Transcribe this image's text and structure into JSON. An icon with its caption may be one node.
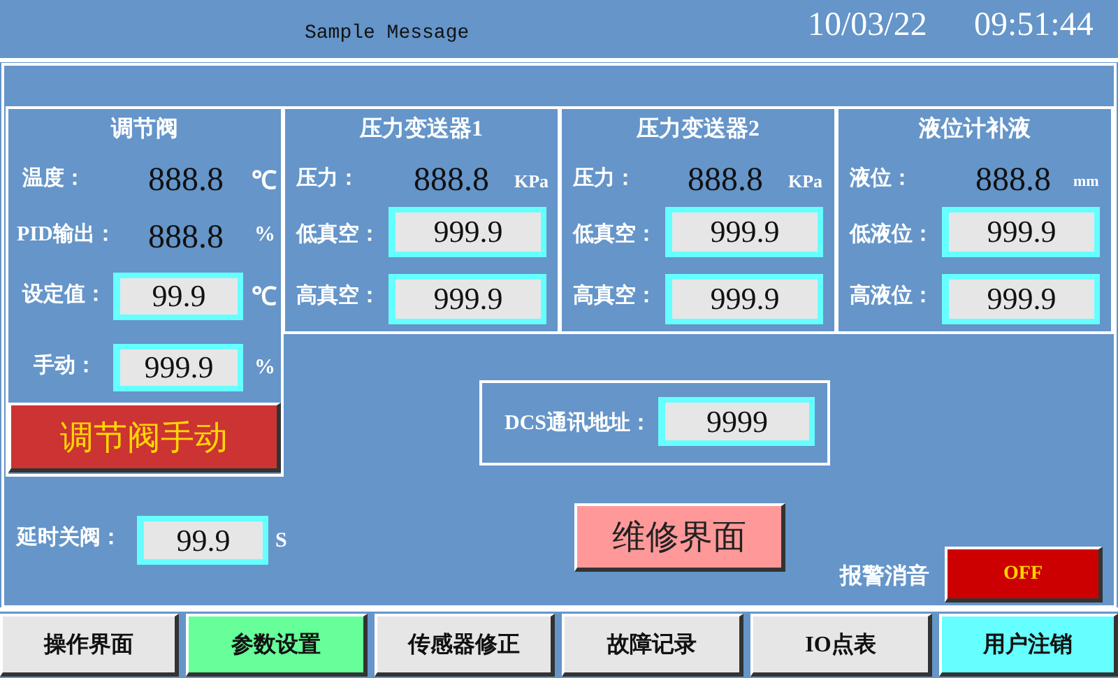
{
  "diagram": {
    "nodes": [
      {
        "text": [
          "调节阀"
        ]
      },
      {
        "text": [
          "压力变送器1"
        ]
      },
      {
        "text": [
          "压力变送器2"
        ]
      },
      {
        "text": [
          "液位计补液"
        ]
      },
      {
        "text": [
          "99.9"
        ],
        "in": 0
      },
      {
        "text": [
          "999.9"
        ],
        "in": 0
      },
      {
        "text": [
          "调节阀手动"
        ],
        "in": 0
      },
      {
        "text": [
          "999.9"
        ],
        "in": 1
      },
      {
        "text": [
          "999.9"
        ],
        "in": 1
      },
      {
        "text": [
          "999.9"
        ],
        "in": 2
      },
      {
        "text": [
          "999.9"
        ],
        "in": 2
      },
      {
        "text": [
          "999.9"
        ],
        "in": 3
      },
      {
        "text": [
          "999.9"
        ],
        "in": 3
      },
      {
        "text": [
          "DCS通讯地址："
        ]
      },
      {
        "text": [
          "9999"
        ],
        "in": 13
      },
      {
        "text": [
          "99.9"
        ]
      },
      {
        "text": [
          "维修界面"
        ]
      },
      {
        "text": [
          "OFF"
        ]
      },
      {
        "text": [
          "操作界面"
        ]
      },
      {
        "text": [
          "参数设置"
        ]
      },
      {
        "text": [
          "传感器修正"
        ]
      },
      {
        "text": [
          "故障记录"
        ]
      },
      {
        "text": [
          "IO点表"
        ]
      },
      {
        "text": [
          "用户注销"
        ]
      }
    ],
    "labels": [
      "Sample Message",
      "10/03/22",
      "09:51:44",
      "温度：",
      "888.8",
      "℃",
      "PID输出：",
      "888.8",
      "%",
      "设定值：",
      "℃",
      "手动：",
      "%",
      "压力：",
      "888.8",
      "KPa",
      "低真空：",
      "高真空：",
      "压力：",
      "888.8",
      "KPa",
      "低真空：",
      "高真空：",
      "液位：",
      "888.8",
      "mm",
      "低液位：",
      "高液位：",
      "延时关阀：",
      "S",
      "报警消音"
    ]
  }
}
